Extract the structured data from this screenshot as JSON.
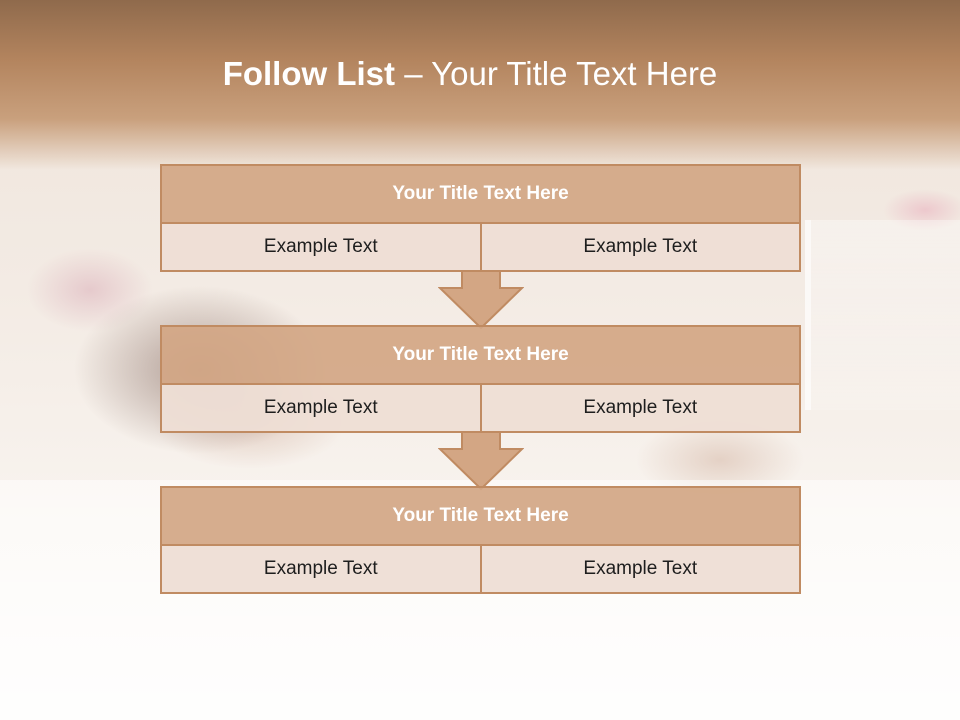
{
  "slide": {
    "title_bold": "Follow List",
    "title_rest": "– Your Title Text Here"
  },
  "steps": [
    {
      "title": "Your Title Text Here",
      "left": "Example Text",
      "right": "Example Text"
    },
    {
      "title": "Your Title Text Here",
      "left": "Example Text",
      "right": "Example Text"
    },
    {
      "title": "Your Title Text Here",
      "left": "Example Text",
      "right": "Example Text"
    }
  ],
  "colors": {
    "box_border": "#c08b62",
    "header_fill": "#d3a684",
    "row_fill": "#eeded5",
    "arrow_fill": "#d3a684"
  },
  "icons": [
    "down-arrow-icon",
    "down-arrow-icon"
  ]
}
